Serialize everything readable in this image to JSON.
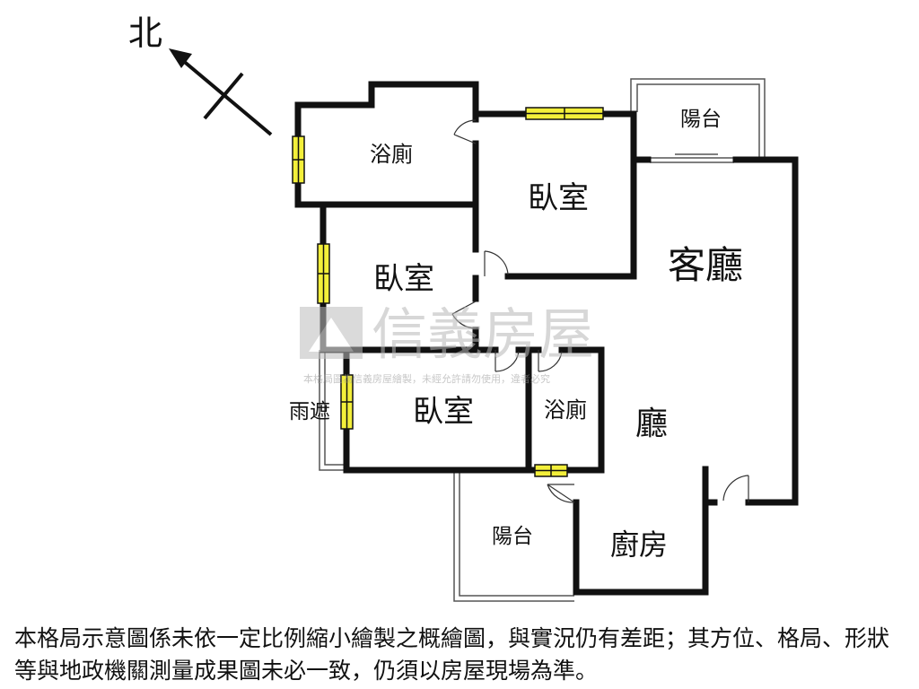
{
  "compass": {
    "label": "北"
  },
  "rooms": {
    "bath_1": "浴廁",
    "bedroom_1": "臥室",
    "balcony_1": "陽台",
    "living_room": "客廳",
    "bedroom_2": "臥室",
    "bedroom_3": "臥室",
    "bath_2": "浴廁",
    "hall": "廳",
    "canopy": "雨遮",
    "balcony_2": "陽台",
    "kitchen": "廚房"
  },
  "watermark": {
    "brand": "信義房屋",
    "notice": "本格局圖為信義房屋繪製，未經允許請勿使用，違者必究"
  },
  "disclaimer": "本格局示意圖係未依一定比例縮小繪製之概繪圖，與實況仍有差距；其方位、格局、形狀等與地政機關測量成果圖未必一致，仍須以房屋現場為準。",
  "colors": {
    "wall": "#111111",
    "window": "#f3ef3a",
    "watermark": "#c4c4c4"
  }
}
